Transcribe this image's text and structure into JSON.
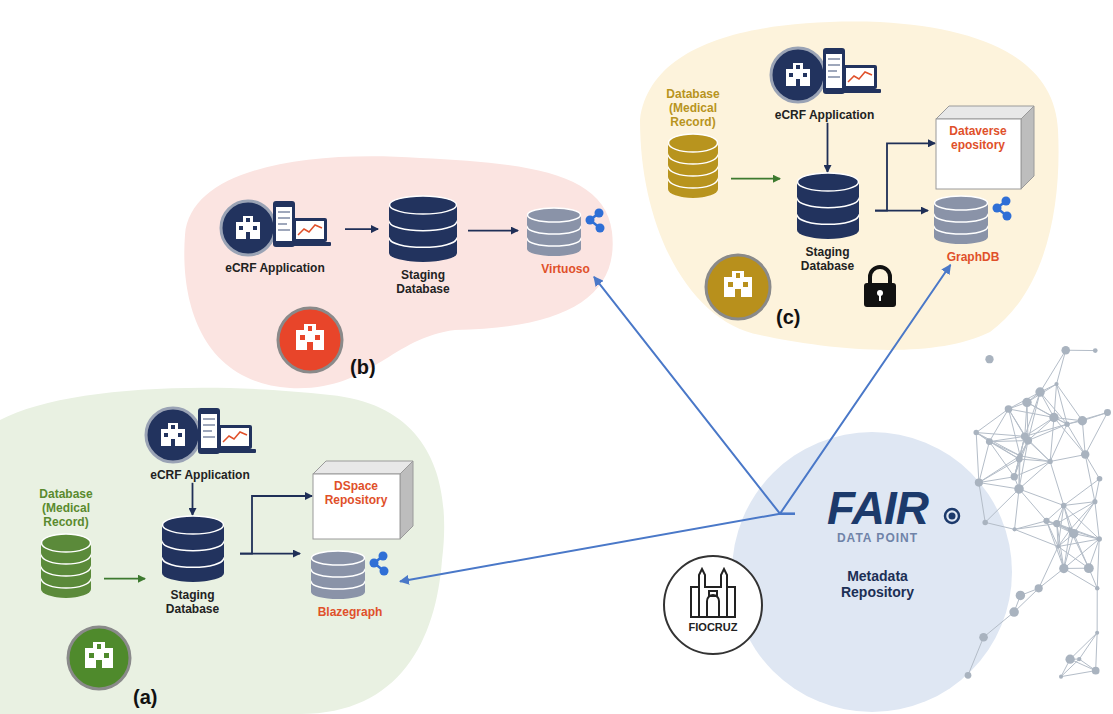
{
  "diagram": {
    "nodes": [
      {
        "text": [
          "eCRF Application"
        ]
      },
      {
        "text": [
          "Staging Database"
        ]
      },
      {
        "text": [
          "Virtuoso"
        ]
      },
      {
        "text": [
          "Database (Medical Record)"
        ]
      },
      {
        "text": [
          "eCRF Application"
        ]
      },
      {
        "text": [
          "Staging Database"
        ]
      },
      {
        "text": [
          "Dataverse epository"
        ]
      },
      {
        "text": [
          "GraphDB"
        ]
      },
      {
        "text": [
          "Database (Medical Record)"
        ]
      },
      {
        "text": [
          "eCRF Application"
        ]
      },
      {
        "text": [
          "Staging Database"
        ]
      },
      {
        "text": [
          "DSpace Repository"
        ]
      },
      {
        "text": [
          "Blazegraph"
        ]
      },
      {
        "text": [
          "FAIR",
          "DATA POINT",
          "Metadata Repository"
        ]
      },
      {
        "text": [
          "FIOCRUZ"
        ]
      }
    ],
    "edges": [
      {
        "from": 0,
        "to": 1,
        "arrow": "to"
      },
      {
        "from": 1,
        "to": 2,
        "arrow": "to"
      },
      {
        "from": 3,
        "to": 5,
        "arrow": "to"
      },
      {
        "from": 4,
        "to": 5,
        "arrow": "to"
      },
      {
        "from": 5,
        "to": 6,
        "arrow": "to"
      },
      {
        "from": 5,
        "to": 7,
        "arrow": "to"
      },
      {
        "from": 8,
        "to": 10,
        "arrow": "to"
      },
      {
        "from": 9,
        "to": 10,
        "arrow": "to"
      },
      {
        "from": 10,
        "to": 11,
        "arrow": "to"
      },
      {
        "from": 10,
        "to": 12,
        "arrow": "to"
      },
      {
        "from": 13,
        "to": 2,
        "arrow": "to"
      },
      {
        "from": 13,
        "to": 7,
        "arrow": "to"
      },
      {
        "from": 13,
        "to": 12,
        "arrow": "to"
      }
    ],
    "labels": [
      "(a)",
      "(b)",
      "(c)"
    ]
  }
}
